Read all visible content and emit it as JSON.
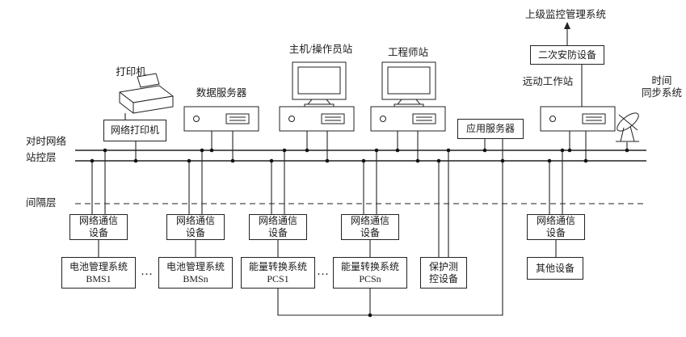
{
  "colors": {
    "line": "#222222",
    "background": "#ffffff"
  },
  "labels": {
    "upper_system": "上级监控管理系统",
    "remote_workstation": "远动工作站",
    "time_sync_line1": "时间",
    "time_sync_line2": "同步系统",
    "printer": "打印机",
    "data_server": "数据服务器",
    "host_operator": "主机/操作员站",
    "engineer": "工程师站",
    "time_network": "对时网络",
    "station_layer": "站控层",
    "bay_layer": "间隔层",
    "ellipsis": "…"
  },
  "boxes": {
    "secondary_security": "二次安防设备",
    "network_printer": "网络打印机",
    "app_server": "应用服务器",
    "comm": {
      "line1": "网络通信",
      "line2": "设备"
    },
    "devices": [
      {
        "line1": "电池管理系统",
        "line2": "BMS1"
      },
      {
        "line1": "电池管理系统",
        "line2": "BMSn"
      },
      {
        "line1": "能量转换系统",
        "line2": "PCS1"
      },
      {
        "line1": "能量转换系统",
        "line2": "PCSn"
      },
      {
        "line1": "保护测",
        "line2": "控设备"
      },
      {
        "line1": "其他设备",
        "line2": ""
      }
    ]
  }
}
